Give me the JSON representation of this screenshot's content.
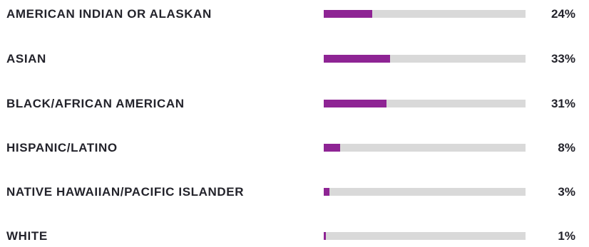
{
  "chart_data": {
    "type": "bar",
    "orientation": "horizontal",
    "categories": [
      "AMERICAN INDIAN OR ALASKAN",
      "ASIAN",
      "BLACK/AFRICAN AMERICAN",
      "HISPANIC/LATINO",
      "NATIVE HAWAIIAN/PACIFIC ISLANDER",
      "WHITE"
    ],
    "values": [
      24,
      33,
      31,
      8,
      3,
      1
    ],
    "value_labels": [
      "24%",
      "33%",
      "31%",
      "8%",
      "3%",
      "1%"
    ],
    "unit": "%",
    "xlim": [
      0,
      100
    ],
    "grid": false,
    "legend": "none",
    "colors": {
      "fill": "#8e2494",
      "track": "#d9d9d9",
      "text": "#23232b"
    }
  }
}
